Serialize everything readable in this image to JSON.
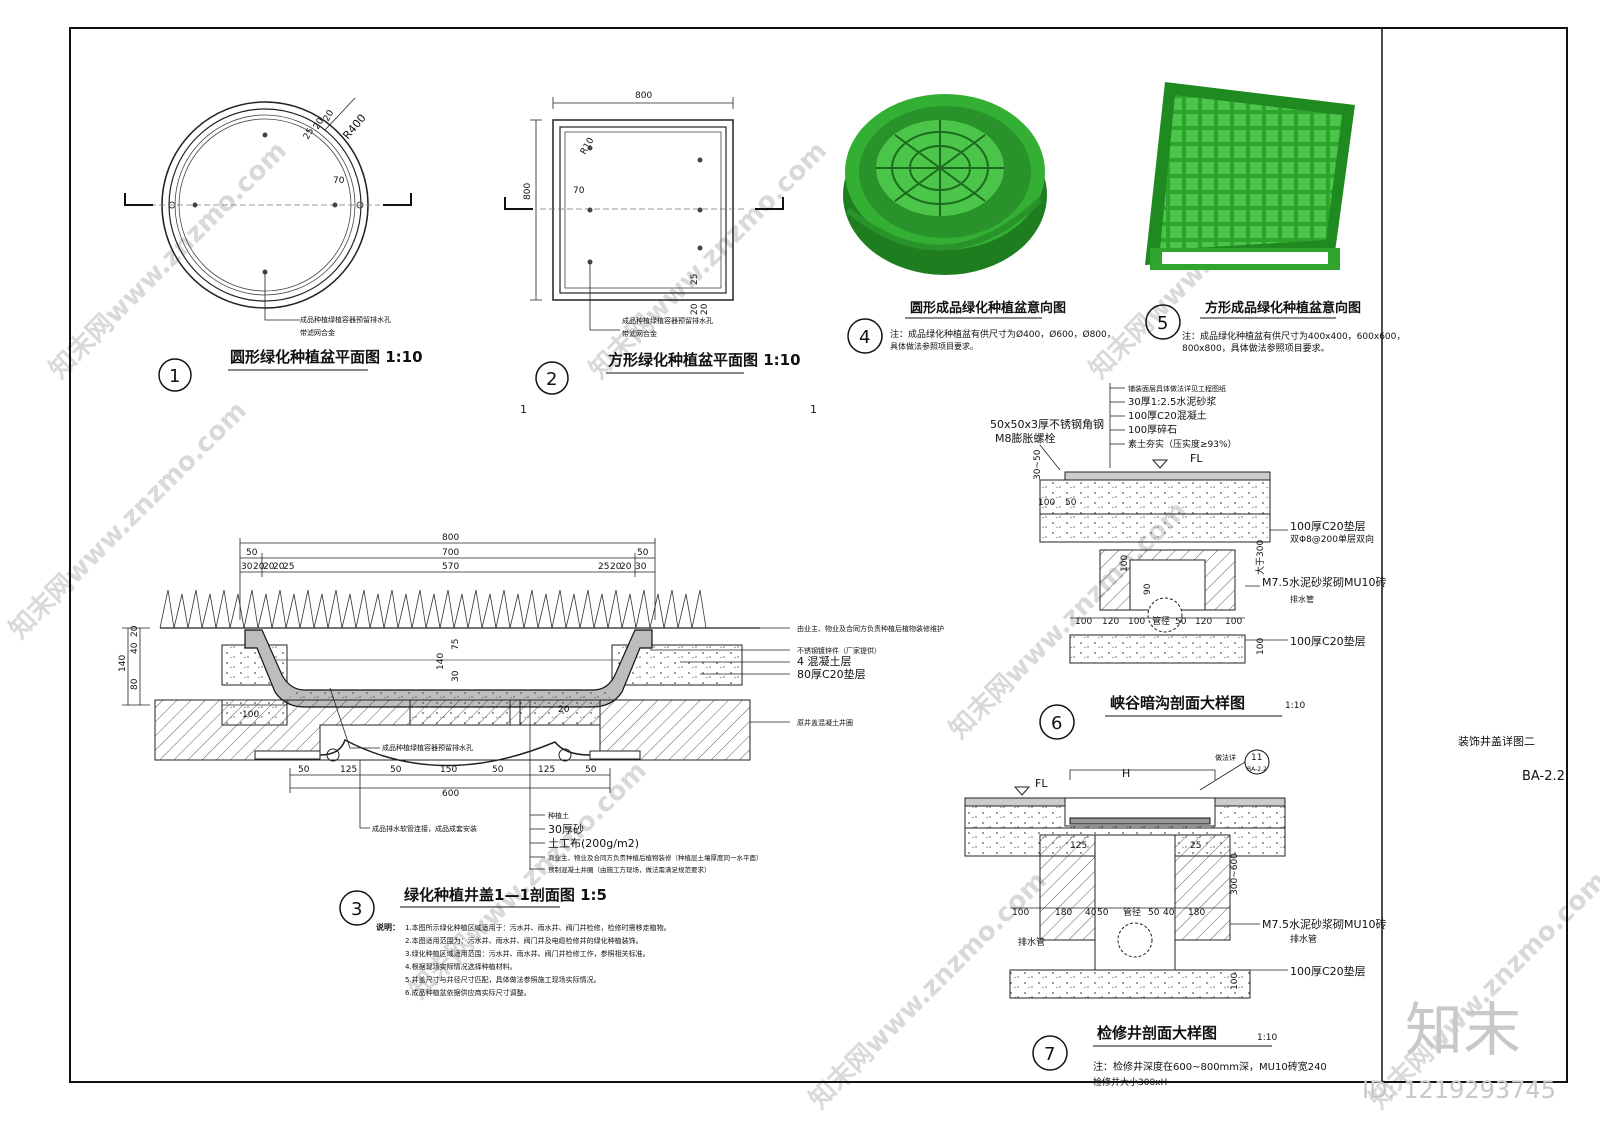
{
  "sheet": {
    "side_title": "装饰井盖详图二",
    "sheet_no": "BA-2.2",
    "logo_text": "知末",
    "id_text": "ID: 1219293745",
    "watermark": "知末网www.znzmo.com"
  },
  "fig1": {
    "num": "1",
    "title": "圆形绿化种植盆平面图 1:10",
    "dims": [
      "25",
      "20",
      "20",
      "R400",
      "70"
    ],
    "note1": "成品种植绿植容器预留排水孔",
    "note2": "带滤网合金",
    "below": "1"
  },
  "fig2": {
    "num": "2",
    "title": "方形绿化种植盆平面图 1:10",
    "dims": [
      "800",
      "800",
      "R10",
      "70",
      "20",
      "20",
      "25"
    ],
    "note1": "成品种植绿植容器预留排水孔",
    "note2": "带滤网合金",
    "below": "1"
  },
  "fig4": {
    "num": "4",
    "title": "圆形成品绿化种植盆意向图",
    "note1": "注：成品绿化种植盆有供尺寸为Ø400，Ø600，Ø800，",
    "note2": "具体做法参照项目要求。"
  },
  "fig5": {
    "num": "5",
    "title": "方形成品绿化种植盆意向图",
    "note1": "注：成品绿化种植盆有供尺寸为400x400，600x600，",
    "note2": "800x800，具体做法参照项目要求。"
  },
  "fig3": {
    "num": "3",
    "title": "绿化种植井盖1—1剖面图 1:5",
    "top_dims": [
      "800",
      "700",
      "570",
      "50",
      "50",
      "30",
      "20",
      "20",
      "20",
      "25",
      "25",
      "20",
      "20",
      "30"
    ],
    "left_dims": [
      "140",
      "20",
      "40",
      "80"
    ],
    "mid_dims": [
      "75",
      "140",
      "30",
      "20"
    ],
    "bottom_dims": [
      "50",
      "125",
      "50",
      "150",
      "50",
      "125",
      "50",
      "600",
      "100"
    ],
    "right_labels": [
      "由业主、物业及合同方负责种植后植物装修维护",
      "不锈钢镀锌件（厂家提供）",
      "4 混凝土层",
      "80厚C20垫层",
      "原井盖混凝土井圈"
    ],
    "center_note": "成品种植绿植容器预留排水孔",
    "bottom_note": "成品排水软管连接，成品成套安装",
    "legend": [
      "种植土",
      "30厚砂",
      "土工布(200g/m2)",
      "商业主、物业及合同方负责种植后植物装修（种植层土壤厚度同一水平面）",
      "预制混凝土井圈（由施工方现场，做法需满足规范要求）"
    ],
    "notes_label": "说明：",
    "notes": [
      "1.本图所示绿化种植区域适用于：污水井、雨水井、阀门井检修，检修时需移走植物。",
      "2.本图适用范围为：污水井、雨水井、阀门井及电缆检修井的绿化种植装饰。",
      "3.绿化种植区域适用范围：污水井、雨水井、阀门井检修工作，参照相关标准。",
      "4.根据现场实际情况选择种植材料。",
      "5.井盖尺寸与井径尺寸匹配，具体做法参照施工现场实际情况。",
      "6.成品种植盆依据供应商实际尺寸调整。"
    ]
  },
  "fig6": {
    "num": "6",
    "title": "峡谷暗沟剖面大样图",
    "scale": "1:10",
    "layers": [
      "铺装面层具体做法详见工程图纸",
      "30厚1:2.5水泥砂浆",
      "100厚C20混凝土",
      "100厚碎石",
      "素土夯实（压实度≥93%）"
    ],
    "left_labels": [
      "50x50x3厚不锈钢角钢",
      "M8膨胀螺栓"
    ],
    "dims_v": [
      "30~50",
      "100",
      "90",
      "大于300",
      "100"
    ],
    "dims_h": [
      "100",
      "50",
      "100",
      "120",
      "100",
      "50",
      "120",
      "100"
    ],
    "fl": "FL",
    "pipe": "管径",
    "right_labels": [
      "100厚C20垫层",
      "双Φ8@200单层双向",
      "M7.5水泥砂浆砌MU10砖",
      "排水管",
      "100厚C20垫层"
    ]
  },
  "fig7": {
    "num": "7",
    "title": "检修井剖面大样图",
    "scale": "1:10",
    "h": "H",
    "fl": "FL",
    "callout_num": "11",
    "callout_ref": "BA-2.2",
    "callout_label": "做法详",
    "dims_h": [
      "125",
      "25",
      "100",
      "180",
      "40",
      "50",
      "50",
      "40",
      "180"
    ],
    "dims_v": [
      "300~600",
      "100"
    ],
    "pipe": "管径",
    "left_label": "排水管",
    "right_labels": [
      "M7.5水泥砂浆砌MU10砖",
      "排水管",
      "100厚C20垫层"
    ],
    "note1": "注：检修井深度在600~800mm深，MU10砖宽240",
    "note2": "检修井大小300xH"
  }
}
